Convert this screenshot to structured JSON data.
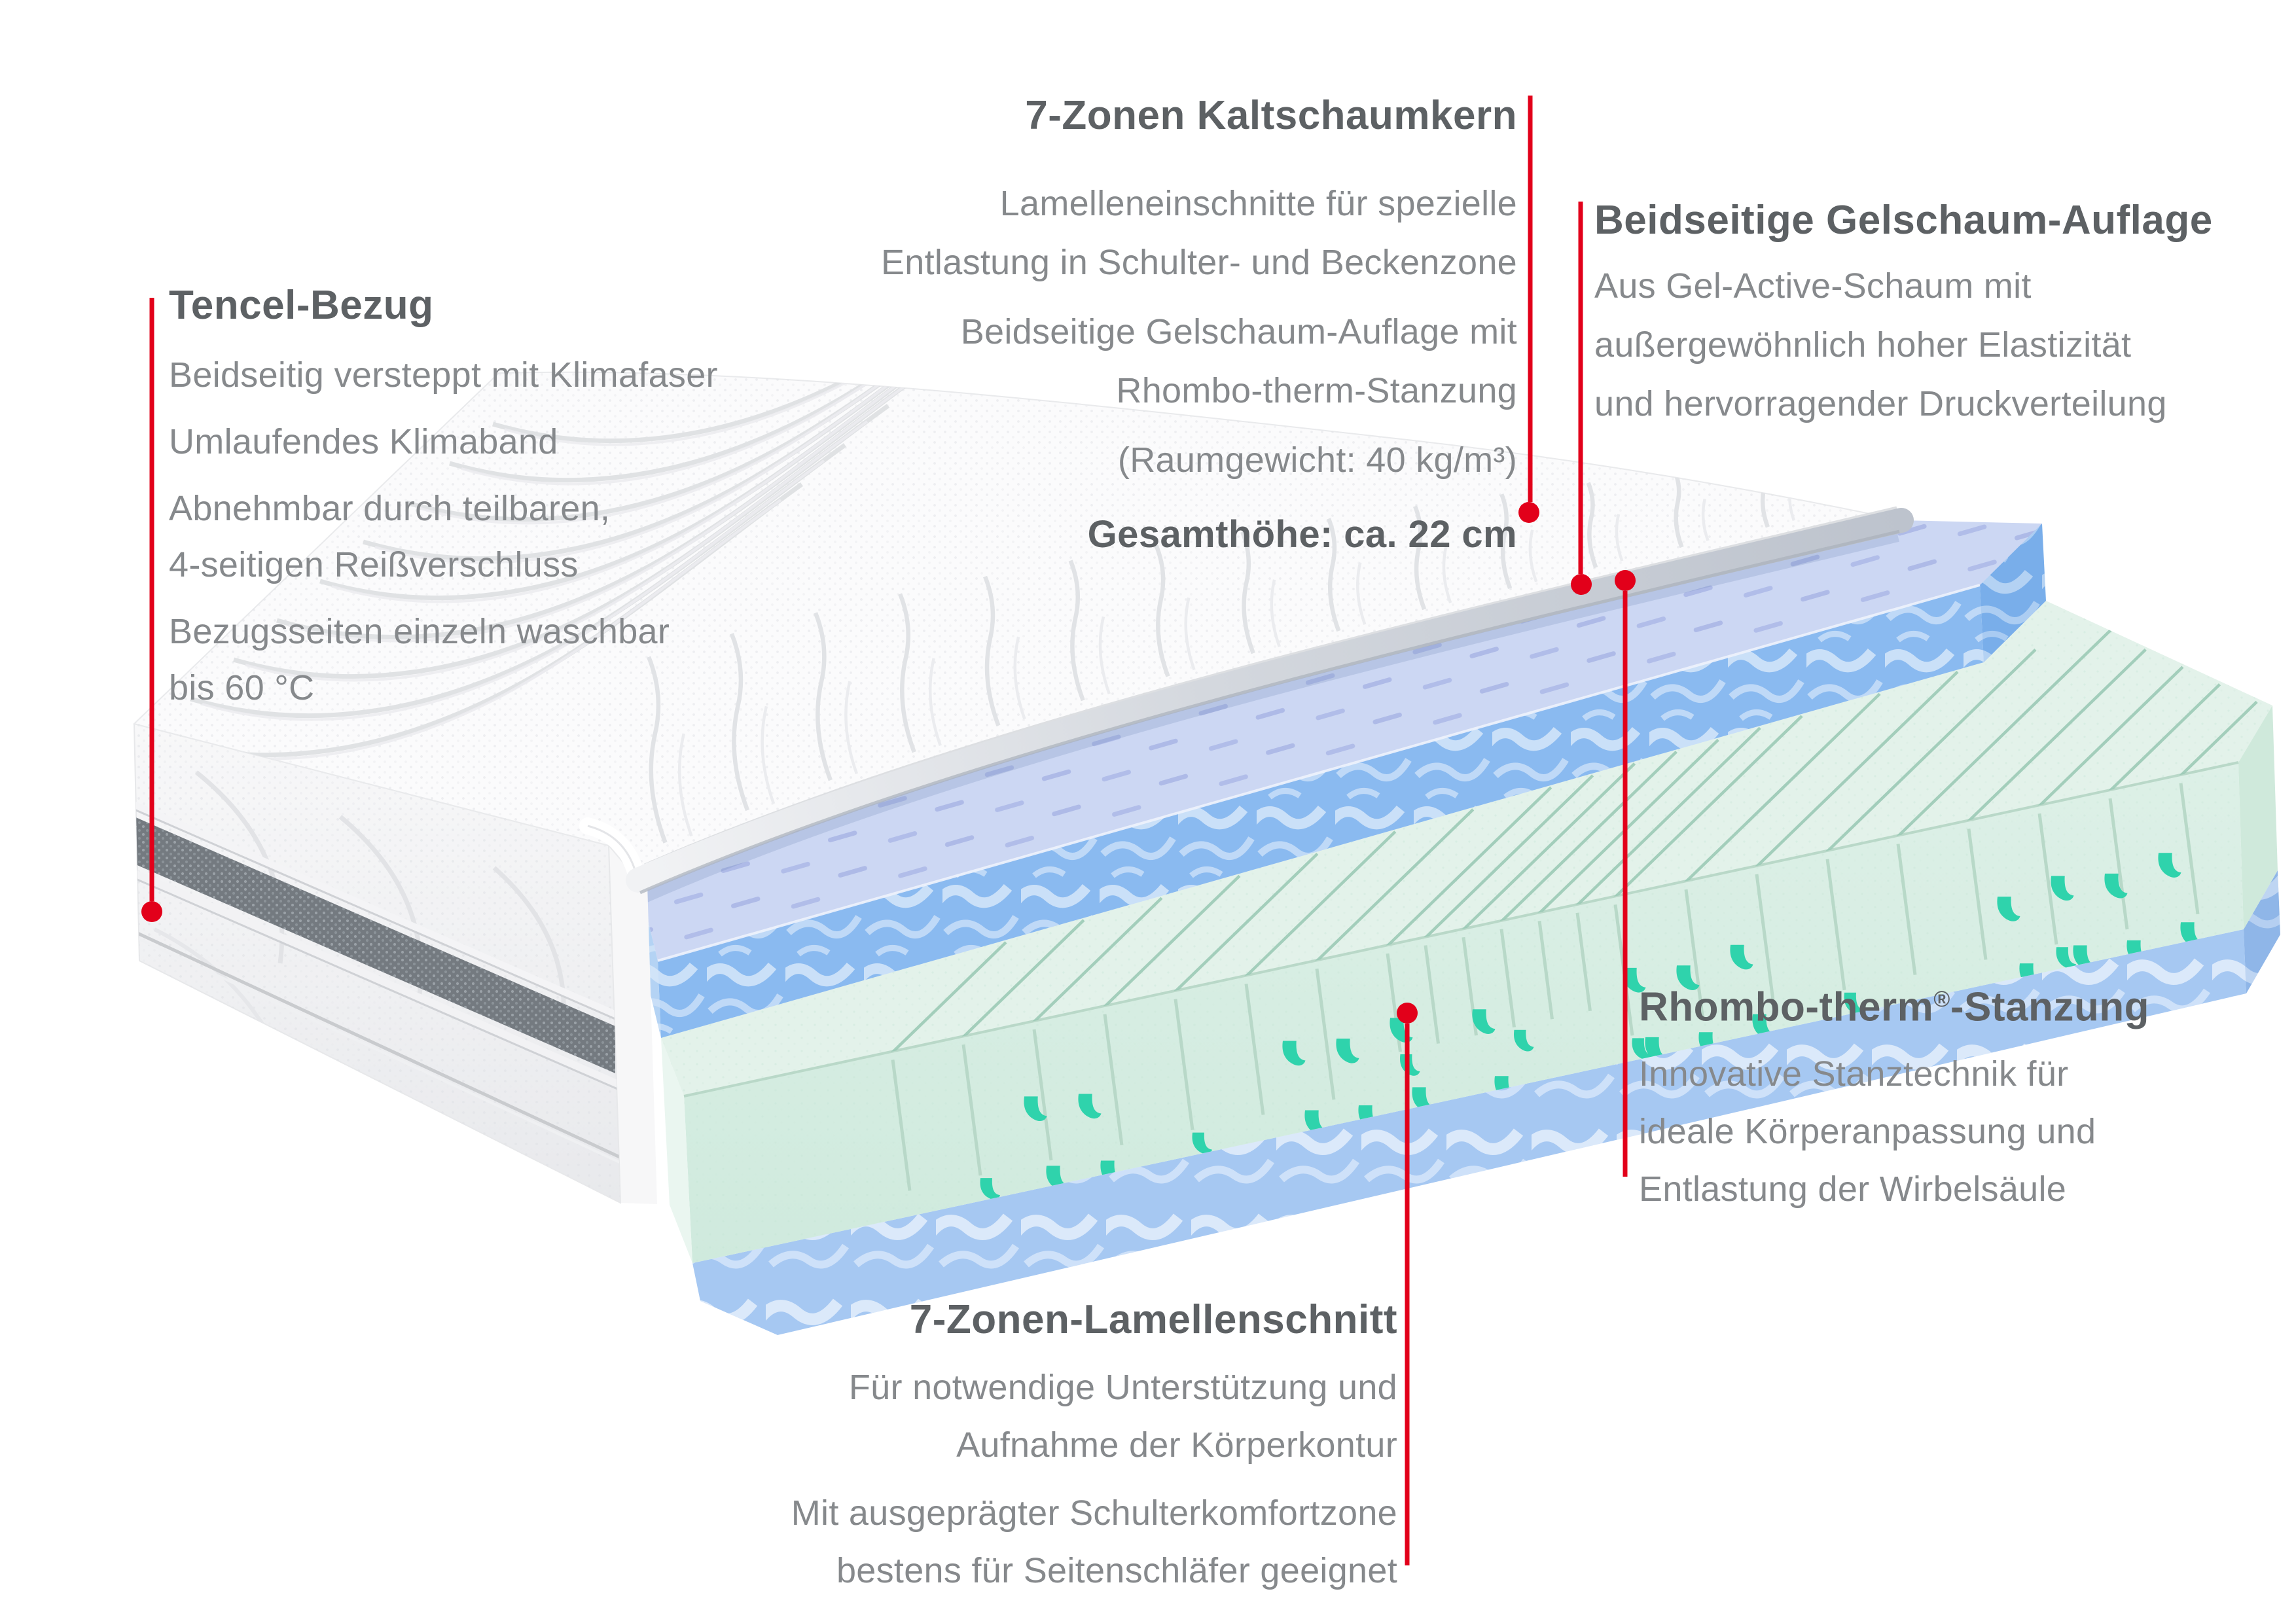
{
  "colors": {
    "red": "#e2001a",
    "heading": "#5d6164",
    "body": "#86898c"
  },
  "layers": {
    "fabric_white": "#fafafb",
    "fabric_line": "#dfe1e4",
    "klimaband_gray": "#747a80",
    "silver_edge": "#c5cad2",
    "gel_top_surface": "#ccd7f3",
    "gel_dash": "#a6b3e4",
    "gel_front_marble": "#8abaf0",
    "core_green_top": "#e3f2ea",
    "core_green_front": "#d8eee3",
    "core_cut_line": "#9ccab6",
    "punch_teal": "#2fd3ac",
    "bottom_gel_marble": "#a6c8f2"
  },
  "annotations": {
    "tencel": {
      "title": "Tencel-Bezug",
      "paragraphs": [
        [
          "Beidseitig versteppt mit Klimafaser"
        ],
        [
          "Umlaufendes Klimaband"
        ],
        [
          "Abnehmbar durch teilbaren,",
          "4-seitigen Reißverschluss"
        ],
        [
          "Bezugsseiten einzeln waschbar",
          "bis 60 °C"
        ]
      ]
    },
    "kaltschaum": {
      "title": "7-Zonen Kaltschaumkern",
      "paragraphs": [
        [
          "Lamelleneinschnitte für spezielle",
          "Entlastung in Schulter- und Beckenzone"
        ],
        [
          "Beidseitige Gelschaum-Auflage mit",
          "Rhombo-therm-Stanzung"
        ],
        [
          "(Raumgewicht: 40 kg/m³)"
        ]
      ],
      "total_height": "Gesamthöhe: ca. 22 cm"
    },
    "gelschaum": {
      "title": "Beidseitige Gelschaum-Auflage",
      "paragraphs": [
        [
          "Aus Gel-Active-Schaum mit",
          "außergewöhnlich hoher Elastizität",
          "und hervorragender Druckverteilung"
        ]
      ]
    },
    "rhombo": {
      "title_pre": "Rhombo-therm",
      "title_sup": "®",
      "title_post": "-Stanzung",
      "paragraphs": [
        [
          "Innovative Stanztechnik für",
          "ideale Körperanpassung und",
          "Entlastung der Wirbelsäule"
        ]
      ]
    },
    "lamellen": {
      "title": "7-Zonen-Lamellenschnitt",
      "paragraphs": [
        [
          "Für notwendige Unterstützung und",
          "Aufnahme der Körperkontur"
        ],
        [
          "Mit ausgeprägter Schulterkomfortzone",
          "bestens für Seitenschläfer geeignet"
        ]
      ]
    }
  }
}
